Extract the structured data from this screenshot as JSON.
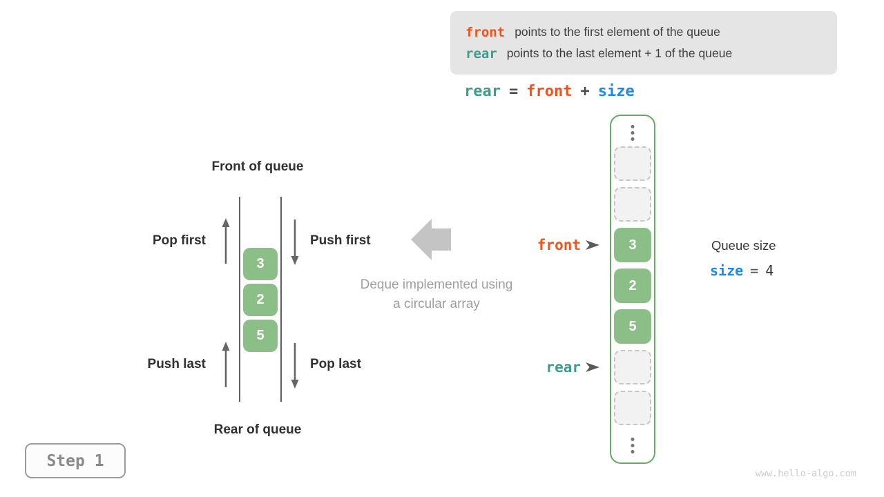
{
  "colors": {
    "orange": "#F0541E",
    "teal": "#3B9D8C",
    "blue": "#1E88E5",
    "green_fill": "#8CBF87",
    "green_border": "#69A869",
    "info_box_bg": "#E5E5E5",
    "caption_gray": "#9E9E9E",
    "block_arrow_gray": "#C4C4C4"
  },
  "legend": {
    "lines": [
      {
        "keyword": "front",
        "keyword_color": "orange",
        "text": "points to the first element of the queue"
      },
      {
        "keyword": "rear",
        "keyword_color": "teal",
        "text": "points to the last element + 1 of the queue"
      }
    ]
  },
  "formula": {
    "tokens": [
      {
        "text": "rear",
        "color": "teal"
      },
      {
        "text": "=",
        "color": "dark"
      },
      {
        "text": "front",
        "color": "orange"
      },
      {
        "text": "+",
        "color": "dark"
      },
      {
        "text": "size",
        "color": "blue"
      }
    ]
  },
  "left_queue": {
    "top_label": "Front of queue",
    "bottom_label": "Rear of queue",
    "pop_first_label": "Pop first",
    "push_first_label": "Push first",
    "push_last_label": "Push last",
    "pop_last_label": "Pop last",
    "values": [
      "3",
      "2",
      "5"
    ]
  },
  "center_caption": {
    "line1": "Deque implemented using",
    "line2": "a circular array"
  },
  "circular_array": {
    "cells": [
      {
        "type": "empty"
      },
      {
        "type": "empty"
      },
      {
        "type": "filled",
        "value": "3"
      },
      {
        "type": "filled",
        "value": "2"
      },
      {
        "type": "filled",
        "value": "5"
      },
      {
        "type": "empty"
      },
      {
        "type": "empty"
      }
    ],
    "front_pointer": {
      "label": "front",
      "color": "orange",
      "cell_index": 2
    },
    "rear_pointer": {
      "label": "rear",
      "color": "teal",
      "cell_index": 5
    }
  },
  "queue_size": {
    "title": "Queue size",
    "keyword": "size",
    "keyword_color": "blue",
    "operator": "=",
    "value": "4"
  },
  "step_badge": {
    "label": "Step 1"
  },
  "watermark": "www.hello-algo.com"
}
